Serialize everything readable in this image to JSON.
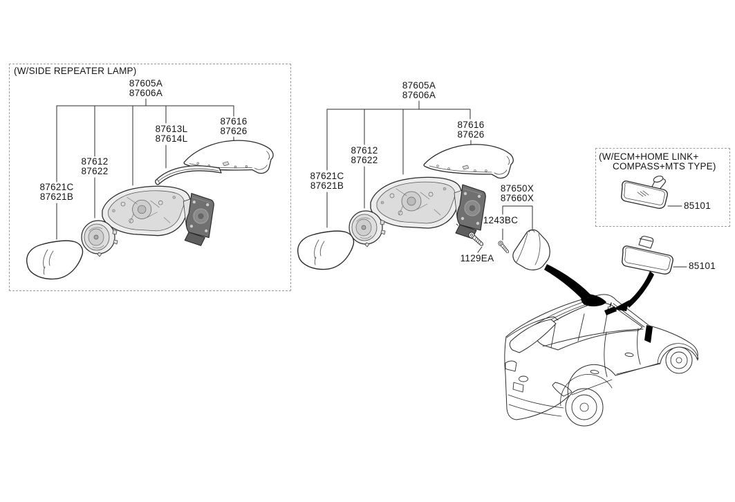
{
  "page": {
    "background": "#ffffff",
    "line_color": "#2b2b2b",
    "dash_border_color": "#9b9b9b"
  },
  "left_panel": {
    "title": "(W/SIDE REPEATER LAMP)",
    "labels": {
      "assembly": [
        "87605A",
        "87606A"
      ],
      "cover": [
        "87616",
        "87626"
      ],
      "strip": [
        "87613L",
        "87614L"
      ],
      "actuator": [
        "87612",
        "87622"
      ],
      "glass": [
        "87621C",
        "87621B"
      ]
    }
  },
  "center_group": {
    "labels": {
      "assembly": [
        "87605A",
        "87606A"
      ],
      "cover": [
        "87616",
        "87626"
      ],
      "actuator": [
        "87612",
        "87622"
      ],
      "glass": [
        "87621C",
        "87621B"
      ],
      "puddle_lamp": [
        "87650X",
        "87660X"
      ],
      "bolt": "1243BC",
      "screw": "1129EA"
    }
  },
  "right_panel": {
    "title": [
      "(W/ECM+HOME LINK+",
      "COMPASS+MTS TYPE)"
    ],
    "mirror_label": "85101"
  },
  "interior_mirror": {
    "label": "85101"
  }
}
